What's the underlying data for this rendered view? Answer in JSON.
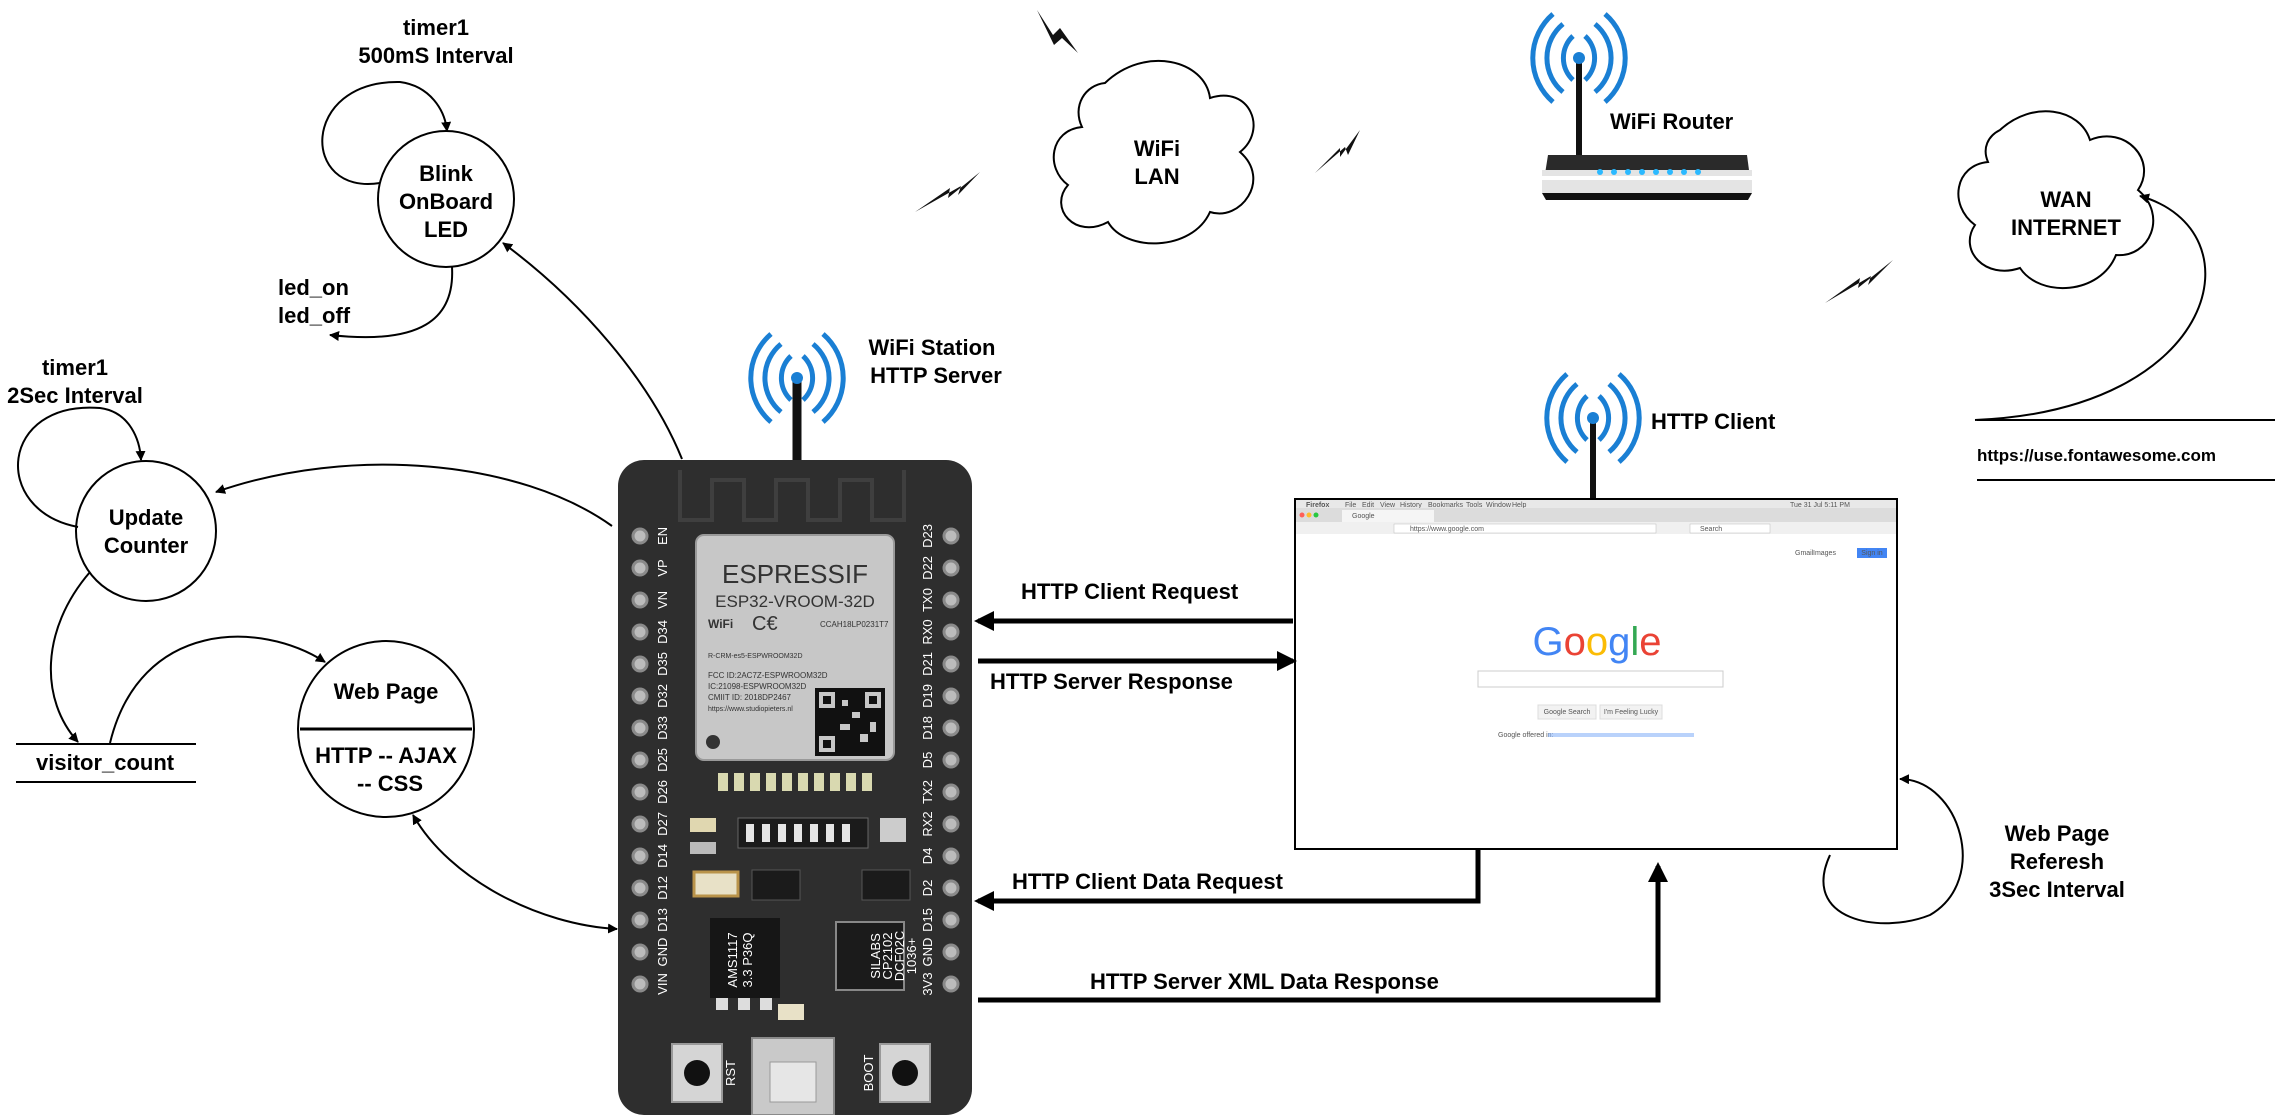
{
  "states": {
    "blink": {
      "label_lines": [
        "Blink",
        "OnBoard",
        "LED"
      ],
      "loop_label_lines": [
        "timer1",
        "500mS Interval"
      ],
      "action_lines": [
        "led_on",
        "led_off"
      ]
    },
    "update": {
      "label_lines": [
        "Update",
        "Counter"
      ],
      "loop_label_lines": [
        "timer1",
        "2Sec Interval"
      ]
    },
    "webpage": {
      "title": "Web Page",
      "body_lines": [
        "HTTP -- AJAX",
        "-- CSS"
      ]
    }
  },
  "datastore": {
    "visitor_count": "visitor_count",
    "fontawesome_url": "https://use.fontawesome.com"
  },
  "clouds": {
    "wifi_lan": [
      "WiFi",
      "LAN"
    ],
    "wan": [
      "WAN",
      "INTERNET"
    ]
  },
  "devices": {
    "router": "WiFi Router",
    "station": [
      "WiFi Station",
      "HTTP Server"
    ],
    "client": "HTTP Client"
  },
  "arrows": {
    "client_request": "HTTP Client Request",
    "server_response": "HTTP Server Response",
    "data_request": "HTTP Client Data Request",
    "xml_response": "HTTP Server XML Data Response"
  },
  "refresh_lines": [
    "Web Page",
    "Referesh",
    "3Sec Interval"
  ],
  "board": {
    "brand": "ESPRESSIF",
    "module": "ESP32-VROOM-32D",
    "cert_id": "CCAH18LP0231T7",
    "cert_lines": [
      "R-CRM-es5-ESPWROOM32D",
      "FCC ID:2AC7Z-ESPWROOM32D",
      "IC:21098-ESPWROOM32D",
      "CMIIT ID: 2018DP2467",
      "https://www.studiopieters.nl"
    ],
    "left_pins": [
      "EN",
      "VP",
      "VN",
      "D34",
      "D35",
      "D32",
      "D33",
      "D25",
      "D26",
      "D27",
      "D14",
      "D12",
      "D13",
      "GND",
      "VIN"
    ],
    "right_pins": [
      "D23",
      "D22",
      "TX0",
      "RX0",
      "D21",
      "D19",
      "D18",
      "D5",
      "TX2",
      "RX2",
      "D4",
      "D2",
      "D15",
      "GND",
      "3V3"
    ],
    "buttons": [
      "RST",
      "BOOT"
    ],
    "regulator": [
      "AMS1117",
      "3.3 P36Q"
    ],
    "usb_chip": [
      "SILABS",
      "CP2102",
      "DCF02C",
      "1036+"
    ]
  },
  "browser": {
    "menu": [
      "Firefox",
      "File",
      "Edit",
      "View",
      "History",
      "Bookmarks",
      "Tools",
      "Window",
      "Help"
    ],
    "tab": "Google",
    "url": "https://www.google.com",
    "search_placeholder": "Search",
    "top_links": [
      "Gmail",
      "Images"
    ],
    "signin": "Sign in",
    "logo": "Google",
    "btn_search": "Google Search",
    "btn_lucky": "I'm Feeling Lucky",
    "offered": "Google offered in:",
    "clock": "Tue 31 Jul 5:11 PM"
  }
}
